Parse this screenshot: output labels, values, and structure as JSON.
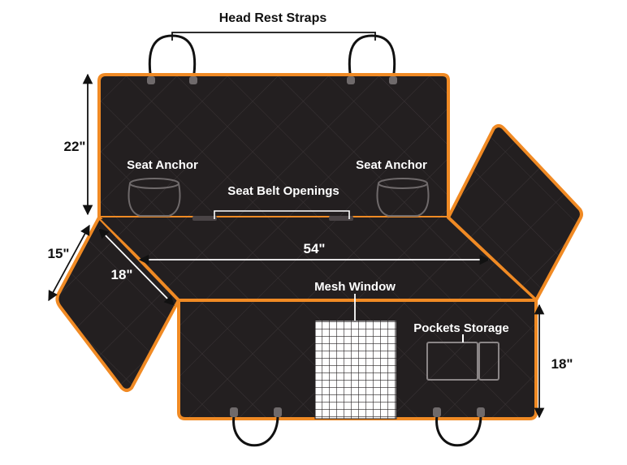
{
  "labels": {
    "head_rest_straps": "Head Rest Straps",
    "seat_anchor_left": "Seat Anchor",
    "seat_anchor_right": "Seat Anchor",
    "seat_belt_openings": "Seat Belt Openings",
    "mesh_window": "Mesh Window",
    "pockets_storage": "Pockets Storage"
  },
  "dimensions": {
    "height_back": "22\"",
    "side_flap_outer": "15\"",
    "side_flap_inner": "18\"",
    "width": "54\"",
    "front_drop": "18\""
  },
  "colors": {
    "fabric": "#231f20",
    "trim": "#f08a24",
    "quilt": "#3a3436",
    "annotation": "#111111",
    "label_light": "#ffffff"
  },
  "icons": {
    "strap": "strap-loop-icon",
    "anchor": "seat-anchor-icon",
    "mesh": "mesh-grid-icon",
    "pocket": "pocket-icon"
  }
}
